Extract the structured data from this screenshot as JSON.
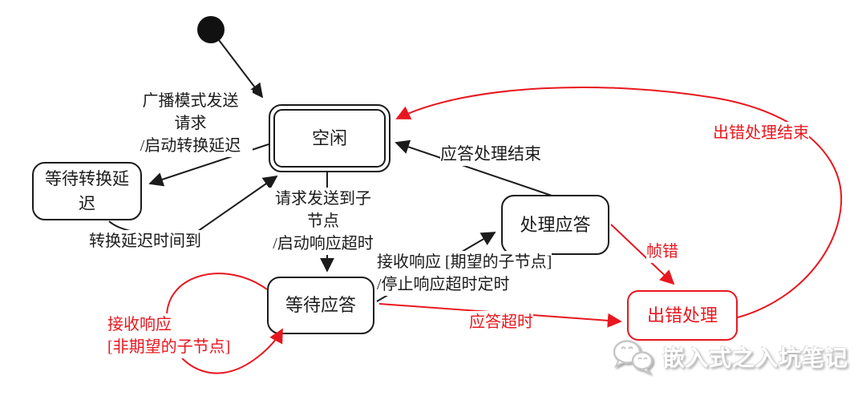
{
  "diagram": {
    "type": "uml-state-machine",
    "language": "zh-CN",
    "colors": {
      "normal": "#1b1b1b",
      "error": "#e8171f",
      "background": "#ffffff"
    },
    "states": {
      "initial": "",
      "idle": "空闲",
      "wait_conversion": "等待转换延迟",
      "wait_response": "等待应答",
      "process_response": "处理应答",
      "error_handling": "出错处理"
    },
    "labels": {
      "broadcast": [
        "广播模式发送",
        "请求",
        "/启动转换延迟"
      ],
      "conversion_done": [
        "转换延迟时间到"
      ],
      "request_sent": [
        "请求发送到子",
        "节点",
        "/启动响应超时"
      ],
      "receive_expected": [
        "接收响应 [期望的子节点]",
        "/停止响应超时定时"
      ],
      "response_done": [
        "应答处理结束"
      ],
      "frame_error": [
        "帧错"
      ],
      "response_timeout": [
        "应答超时"
      ],
      "receive_unexpected": [
        "接收响应",
        "[非期望的子节点]"
      ],
      "error_done": [
        "出错处理结束"
      ]
    },
    "transitions": [
      {
        "from": "initial",
        "to": "idle",
        "label": "",
        "color": "normal"
      },
      {
        "from": "idle",
        "to": "wait_conversion",
        "label": "广播模式发送请求 /启动转换延迟",
        "color": "normal"
      },
      {
        "from": "wait_conversion",
        "to": "idle",
        "label": "转换延迟时间到",
        "color": "normal"
      },
      {
        "from": "idle",
        "to": "wait_response",
        "label": "请求发送到子节点 /启动响应超时",
        "color": "normal"
      },
      {
        "from": "wait_response",
        "to": "process_response",
        "label": "接收响应 [期望的子节点] /停止响应超时定时",
        "color": "normal"
      },
      {
        "from": "process_response",
        "to": "idle",
        "label": "应答处理结束",
        "color": "normal"
      },
      {
        "from": "process_response",
        "to": "error_handling",
        "label": "帧错",
        "color": "error"
      },
      {
        "from": "wait_response",
        "to": "error_handling",
        "label": "应答超时",
        "color": "error"
      },
      {
        "from": "wait_response",
        "to": "wait_response",
        "label": "接收响应 [非期望的子节点]",
        "color": "error"
      },
      {
        "from": "error_handling",
        "to": "idle",
        "label": "出错处理结束",
        "color": "error"
      }
    ]
  },
  "watermark": {
    "text": "嵌入式之入坑笔记",
    "icon": "wechat-icon"
  }
}
